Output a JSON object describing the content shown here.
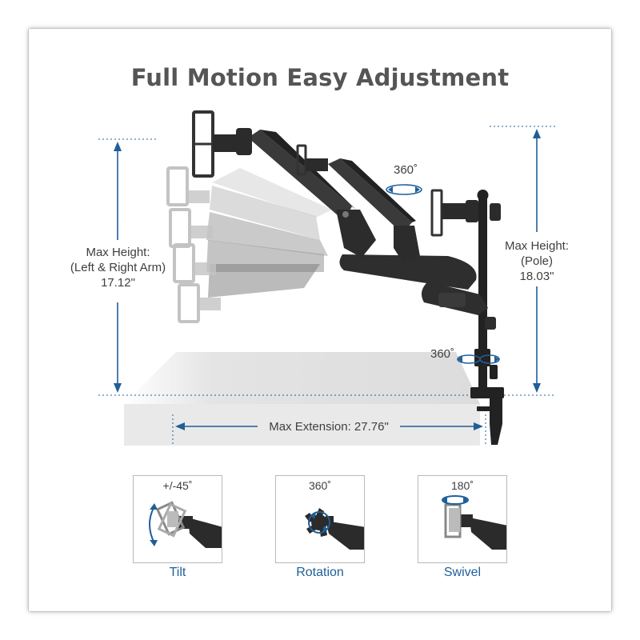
{
  "title": "Full Motion Easy Adjustment",
  "dimensions": {
    "left_height": {
      "line1": "Max Height:",
      "line2": "(Left & Right Arm)",
      "line3": "17.12\""
    },
    "pole_height": {
      "line1": "Max Height:",
      "line2": "(Pole)",
      "line3": "18.03\""
    },
    "extension": "Max Extension: 27.76\"",
    "rotation_top": "360˚",
    "rotation_base": "360˚"
  },
  "features": [
    {
      "angle": "+/-45˚",
      "name": "Tilt"
    },
    {
      "angle": "360˚",
      "name": "Rotation"
    },
    {
      "angle": "180˚",
      "name": "Swivel"
    }
  ],
  "colors": {
    "accent": "#1f5f99",
    "arm": "#2b2b2b",
    "desk": "#e6e6e6",
    "title": "#555555"
  },
  "icons": [
    "rotate-arrow-icon",
    "monitor-mount-icon",
    "desk-clamp-icon"
  ]
}
